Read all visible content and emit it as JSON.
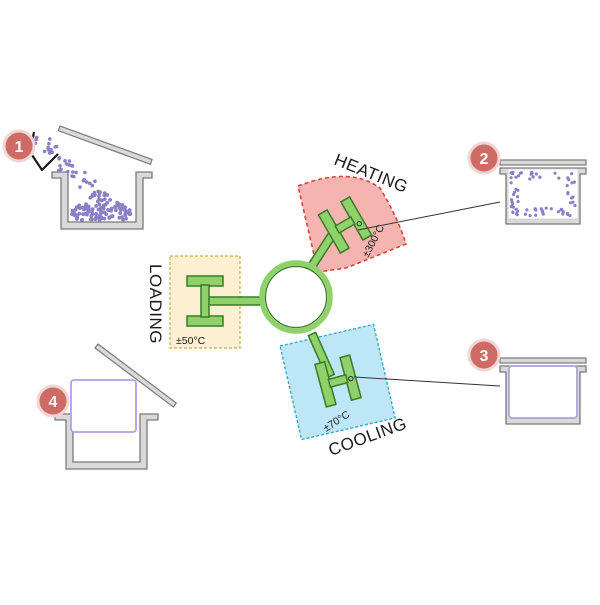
{
  "stations": {
    "loading": {
      "label": "LOADING",
      "temp": "±50°C",
      "fill": "#fdf0d2",
      "border": "#e0b35a"
    },
    "heating": {
      "label": "HEATING",
      "temp": "±300°C",
      "fill": "#f6b4b0",
      "border": "#d8443f"
    },
    "cooling": {
      "label": "COOLING",
      "temp": "±70°C",
      "fill": "#bde7f6",
      "border": "#3aa7cc"
    }
  },
  "steps": [
    {
      "number": "1"
    },
    {
      "number": "2"
    },
    {
      "number": "3"
    },
    {
      "number": "4"
    }
  ],
  "colors": {
    "arm_fill": "#8fd16a",
    "arm_stroke": "#3b7a26",
    "mold_fill": "#d9d9d9",
    "mold_stroke": "#7a7a7a",
    "badge_fill": "#cf6b66",
    "badge_stroke": "#f3d6d4",
    "powder": "#8b7fc6",
    "product": "#b49fe3"
  }
}
